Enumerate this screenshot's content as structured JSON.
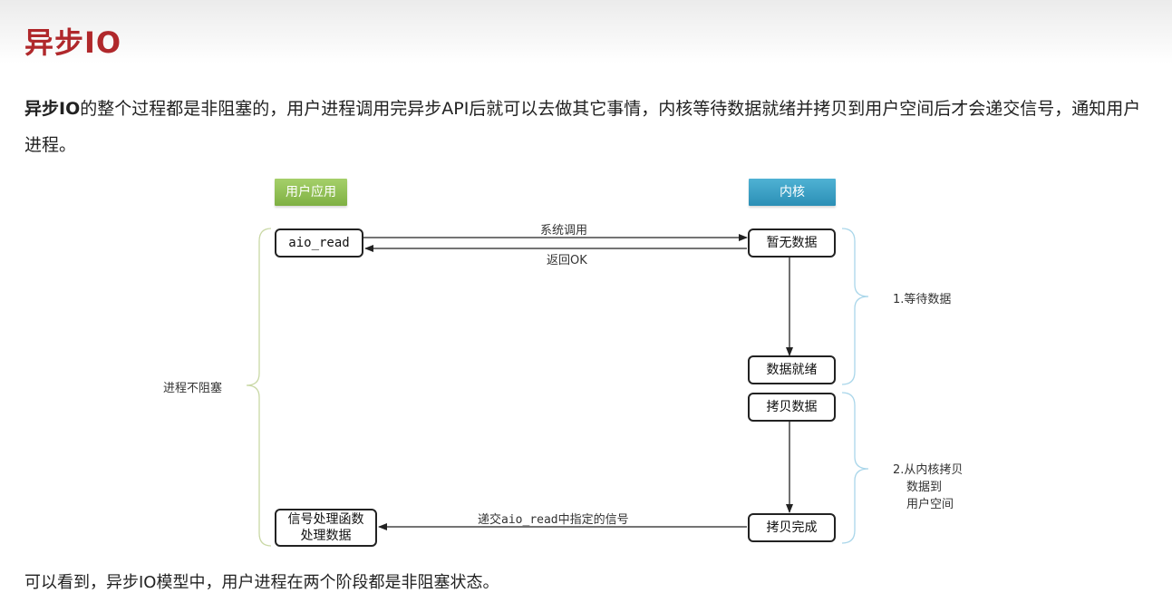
{
  "page": {
    "title": "异步IO",
    "intro_bold": "异步IO",
    "intro_rest": "的整个过程都是非阻塞的，用户进程调用完异步API后就可以去做其它事情，内核等待数据就绪并拷贝到用户空间后才会递交信号，通知用户进程。",
    "footer": "可以看到，异步IO模型中，用户进程在两个阶段都是非阻塞状态。"
  },
  "diagram": {
    "user_header": "用户应用",
    "kernel_header": "内核",
    "aio_read": "aio_read",
    "handler_line1": "信号处理函数",
    "handler_line2": "处理数据",
    "no_data": "暂无数据",
    "data_ready": "数据就绪",
    "copy_data": "拷贝数据",
    "copy_done": "拷贝完成",
    "syscall_label": "系统调用",
    "return_ok_label": "返回OK",
    "signal_prefix": "递交",
    "signal_mono": "aio_read",
    "signal_suffix": "中指定的信号",
    "phase1_label": "1.等待数据",
    "phase2_line1": "2.从内核拷贝",
    "phase2_line2": "数据到",
    "phase2_line3": "用户空间",
    "nonblocking_label": "进程不阻塞"
  },
  "colors": {
    "title_red": "#b0282b",
    "user_green": "#8dbb4f",
    "kernel_blue": "#3aa0c6",
    "left_brace": "#c9d8a5",
    "right_brace": "#a9d6ea"
  }
}
